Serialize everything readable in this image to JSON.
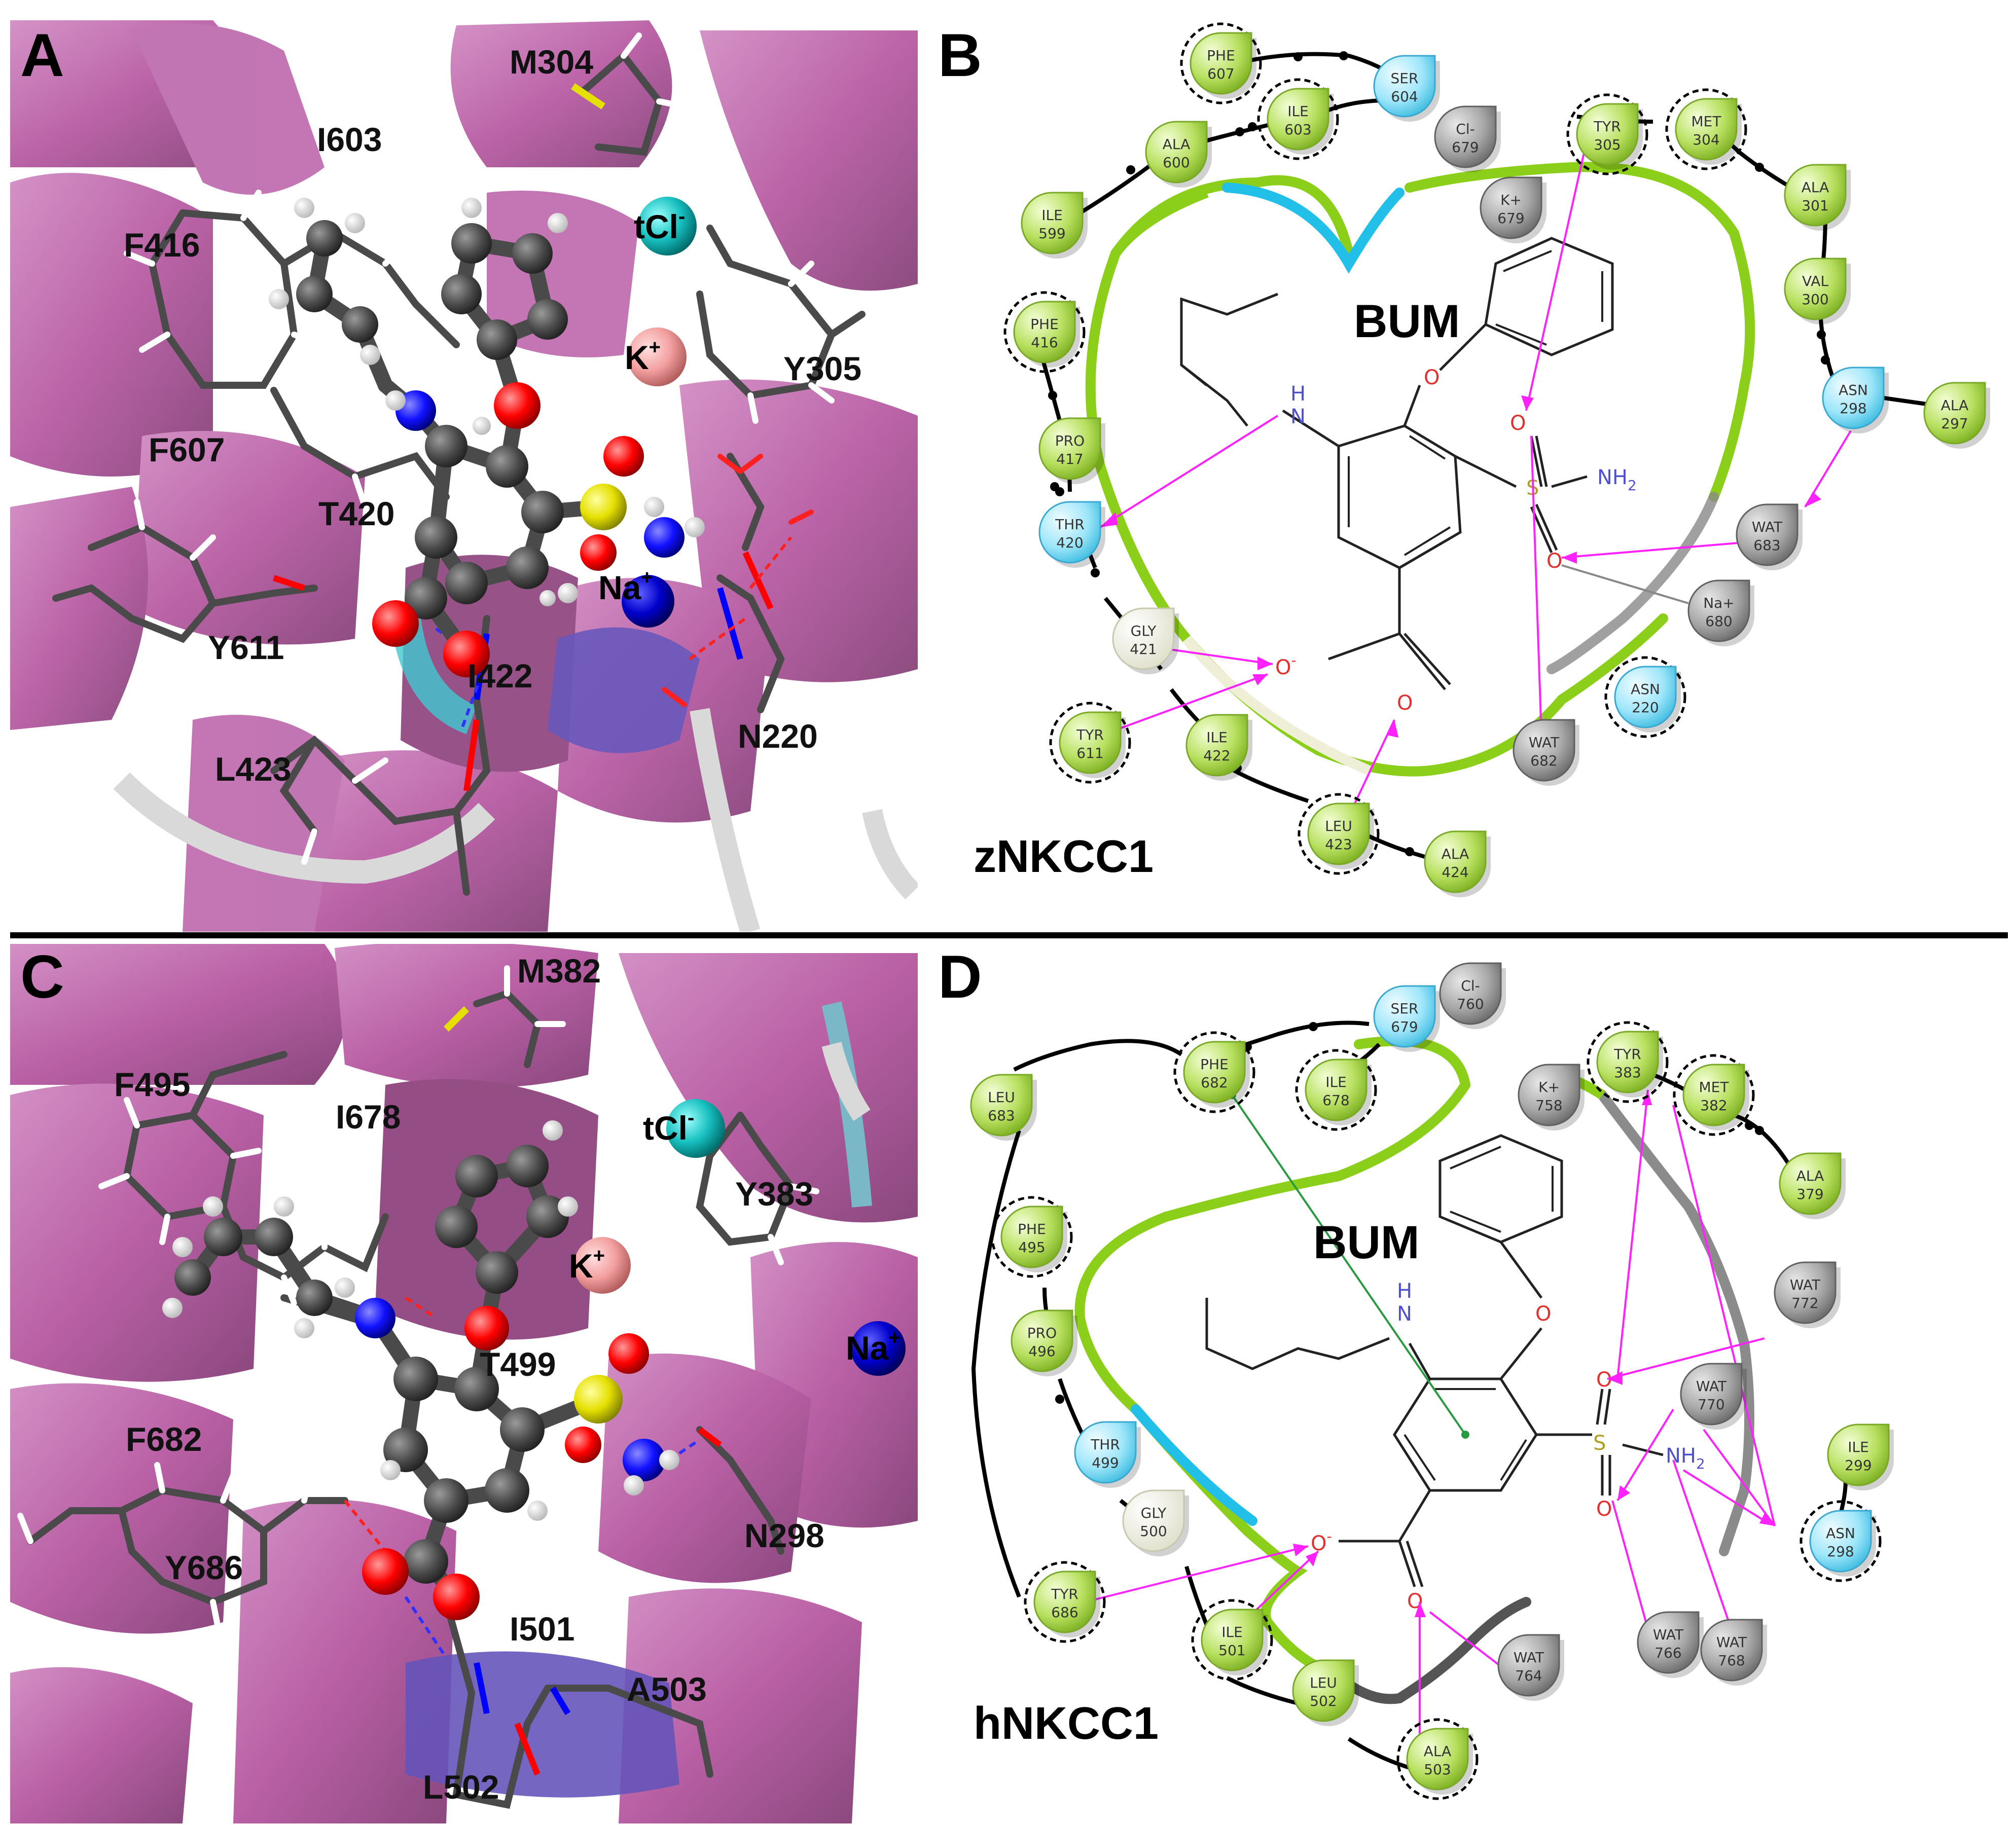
{
  "panels": {
    "A": {
      "letter": "A",
      "labels": [
        "M304",
        "I603",
        "F416",
        "F607",
        "T420",
        "Y611",
        "L423",
        "I422",
        "N220",
        "Y305"
      ],
      "ions": {
        "cl": "tCl",
        "cl_sup": "-",
        "k": "K",
        "k_sup": "+",
        "na": "Na",
        "na_sup": "+"
      }
    },
    "B": {
      "letter": "B",
      "ligand": "BUM",
      "protein": "zNKCC1",
      "residues": [
        {
          "code": "PHE",
          "num": "607",
          "type": "hydrophobic",
          "dashed": true
        },
        {
          "code": "SER",
          "num": "604",
          "type": "polar",
          "dashed": false
        },
        {
          "code": "ILE",
          "num": "603",
          "type": "hydrophobic",
          "dashed": true
        },
        {
          "code": "ALA",
          "num": "600",
          "type": "hydrophobic",
          "dashed": false
        },
        {
          "code": "ILE",
          "num": "599",
          "type": "hydrophobic",
          "dashed": false
        },
        {
          "code": "Cl-",
          "num": "679",
          "type": "ion",
          "dashed": false
        },
        {
          "code": "K+",
          "num": "679",
          "type": "ion",
          "dashed": false
        },
        {
          "code": "TYR",
          "num": "305",
          "type": "hydrophobic",
          "dashed": true
        },
        {
          "code": "MET",
          "num": "304",
          "type": "hydrophobic",
          "dashed": true
        },
        {
          "code": "ALA",
          "num": "301",
          "type": "hydrophobic",
          "dashed": false
        },
        {
          "code": "VAL",
          "num": "300",
          "type": "hydrophobic",
          "dashed": false
        },
        {
          "code": "ASN",
          "num": "298",
          "type": "polar",
          "dashed": false
        },
        {
          "code": "ALA",
          "num": "297",
          "type": "hydrophobic",
          "dashed": false
        },
        {
          "code": "PHE",
          "num": "416",
          "type": "hydrophobic",
          "dashed": true
        },
        {
          "code": "PRO",
          "num": "417",
          "type": "hydrophobic",
          "dashed": false
        },
        {
          "code": "THR",
          "num": "420",
          "type": "polar",
          "dashed": false
        },
        {
          "code": "GLY",
          "num": "421",
          "type": "glycine",
          "dashed": false
        },
        {
          "code": "TYR",
          "num": "611",
          "type": "hydrophobic",
          "dashed": true
        },
        {
          "code": "ILE",
          "num": "422",
          "type": "hydrophobic",
          "dashed": false
        },
        {
          "code": "LEU",
          "num": "423",
          "type": "hydrophobic",
          "dashed": true
        },
        {
          "code": "ALA",
          "num": "424",
          "type": "hydrophobic",
          "dashed": false
        },
        {
          "code": "WAT",
          "num": "683",
          "type": "water",
          "dashed": false
        },
        {
          "code": "Na+",
          "num": "680",
          "type": "ion",
          "dashed": false
        },
        {
          "code": "ASN",
          "num": "220",
          "type": "polar",
          "dashed": true
        },
        {
          "code": "WAT",
          "num": "682",
          "type": "water",
          "dashed": false
        }
      ],
      "atoms": {
        "nh": "H",
        "n": "N",
        "o_ether": "O",
        "o_s1": "O",
        "o_s2": "O",
        "s": "S",
        "nh2": "NH",
        "nh2_sub": "2",
        "o_minus": "O",
        "o_minus_sup": "-",
        "o_carb": "O"
      }
    },
    "C": {
      "letter": "C",
      "labels": [
        "M382",
        "F495",
        "I678",
        "Y383",
        "T499",
        "F682",
        "Y686",
        "N298",
        "I501",
        "A503",
        "L502"
      ],
      "ions": {
        "cl": "tCl",
        "cl_sup": "-",
        "k": "K",
        "k_sup": "+",
        "na": "Na",
        "na_sup": "+"
      }
    },
    "D": {
      "letter": "D",
      "ligand": "BUM",
      "protein": "hNKCC1",
      "residues": [
        {
          "code": "SER",
          "num": "679",
          "type": "polar",
          "dashed": false
        },
        {
          "code": "Cl-",
          "num": "760",
          "type": "ion",
          "dashed": false
        },
        {
          "code": "PHE",
          "num": "682",
          "type": "hydrophobic",
          "dashed": true
        },
        {
          "code": "ILE",
          "num": "678",
          "type": "hydrophobic",
          "dashed": true
        },
        {
          "code": "LEU",
          "num": "683",
          "type": "hydrophobic",
          "dashed": false
        },
        {
          "code": "K+",
          "num": "758",
          "type": "ion",
          "dashed": false
        },
        {
          "code": "TYR",
          "num": "383",
          "type": "hydrophobic",
          "dashed": true
        },
        {
          "code": "MET",
          "num": "382",
          "type": "hydrophobic",
          "dashed": true
        },
        {
          "code": "ALA",
          "num": "379",
          "type": "hydrophobic",
          "dashed": false
        },
        {
          "code": "PHE",
          "num": "495",
          "type": "hydrophobic",
          "dashed": true
        },
        {
          "code": "PRO",
          "num": "496",
          "type": "hydrophobic",
          "dashed": false
        },
        {
          "code": "WAT",
          "num": "772",
          "type": "water",
          "dashed": false
        },
        {
          "code": "WAT",
          "num": "770",
          "type": "water",
          "dashed": false
        },
        {
          "code": "THR",
          "num": "499",
          "type": "polar",
          "dashed": false
        },
        {
          "code": "ILE",
          "num": "299",
          "type": "hydrophobic",
          "dashed": false
        },
        {
          "code": "GLY",
          "num": "500",
          "type": "glycine",
          "dashed": false
        },
        {
          "code": "ASN",
          "num": "298",
          "type": "polar",
          "dashed": true
        },
        {
          "code": "TYR",
          "num": "686",
          "type": "hydrophobic",
          "dashed": true
        },
        {
          "code": "ILE",
          "num": "501",
          "type": "hydrophobic",
          "dashed": true
        },
        {
          "code": "LEU",
          "num": "502",
          "type": "hydrophobic",
          "dashed": false
        },
        {
          "code": "WAT",
          "num": "764",
          "type": "water",
          "dashed": false
        },
        {
          "code": "WAT",
          "num": "766",
          "type": "water",
          "dashed": false
        },
        {
          "code": "WAT",
          "num": "768",
          "type": "water",
          "dashed": false
        },
        {
          "code": "ALA",
          "num": "503",
          "type": "hydrophobic",
          "dashed": true
        }
      ],
      "atoms": {
        "nh": "H",
        "n": "N",
        "o_ether": "O",
        "o_s1": "O",
        "o_s2": "O",
        "s": "S",
        "nh2": "NH",
        "nh2_sub": "2",
        "o_minus": "O",
        "o_minus_sup": "-",
        "o_carb": "O"
      }
    }
  },
  "colors": {
    "helix": "#a8388f",
    "helix_light": "#c874b6",
    "helix_dark": "#6c1a5c",
    "coil": "#d9d9d9",
    "carbon": "#4a4a4a",
    "hydrogen": "#ffffff",
    "oxygen": "#ff0000",
    "nitrogen": "#1010ff",
    "sulfur": "#e5e000",
    "chloride": "#18c0c0",
    "potassium": "#f4a0a0",
    "sodium": "#0000cc",
    "hydrophobic": "#9ed03a",
    "polar": "#6cd6f4",
    "glycine": "#f2f2e4",
    "water": "#8c8c8c",
    "hbond": "#ff22ff",
    "pocket_green": "#8ccf1a",
    "pocket_cyan": "#22c0e8"
  }
}
